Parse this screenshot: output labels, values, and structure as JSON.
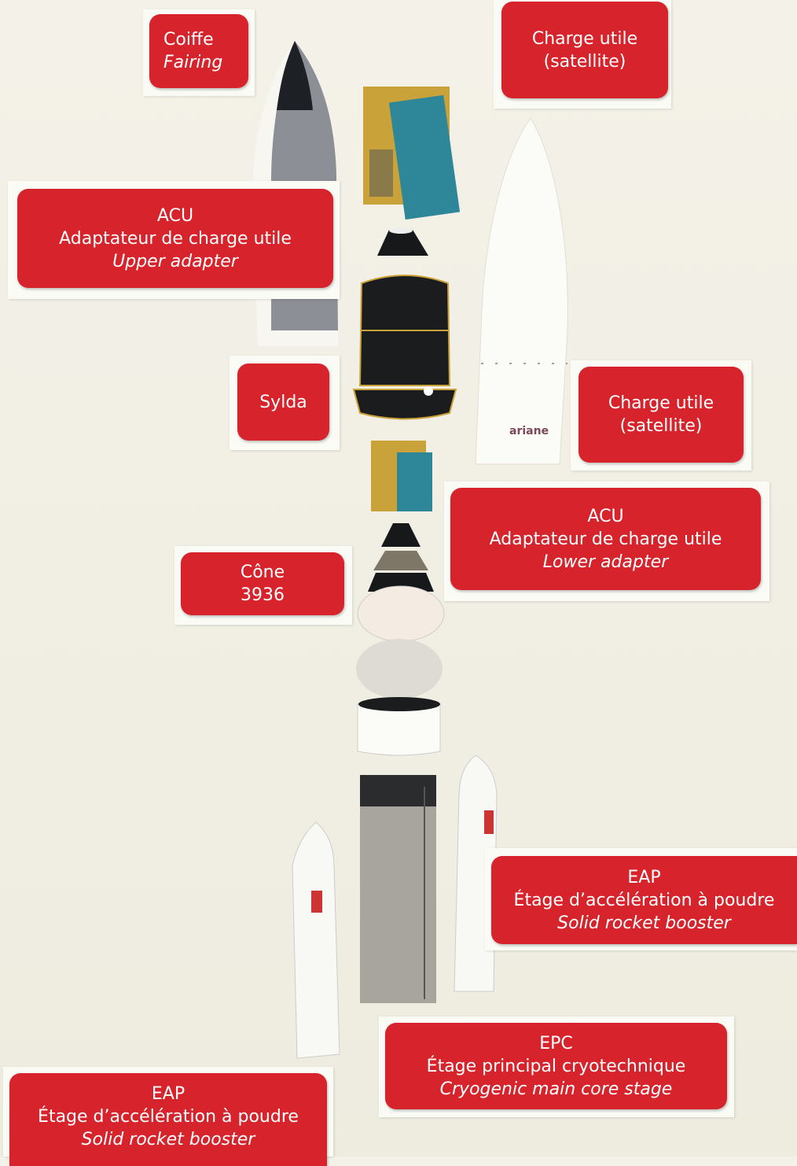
{
  "labels": {
    "fairing": {
      "line1": "Coiffe",
      "line2": "Fairing"
    },
    "payload_top": {
      "line1": "Charge utile",
      "line2": "(satellite)"
    },
    "upper_adapter": {
      "line1": "ACU",
      "line2": "Adaptateur de charge utile",
      "line3": "Upper adapter"
    },
    "sylda": {
      "line1": "Sylda"
    },
    "payload_bottom": {
      "line1": "Charge utile",
      "line2": "(satellite)"
    },
    "lower_adapter": {
      "line1": "ACU",
      "line2": "Adaptateur de charge utile",
      "line3": "Lower adapter"
    },
    "cone": {
      "line1": "Cône",
      "line2": "3936"
    },
    "booster_right": {
      "line1": "EAP",
      "line2": "Étage d’accélération à poudre",
      "line3": "Solid rocket booster"
    },
    "main_stage": {
      "line1": "EPC",
      "line2": "Étage principal cryotechnique",
      "line3": "Cryogenic main core stage"
    },
    "booster_left": {
      "line1": "EAP",
      "line2": "Étage d’accélération à poudre",
      "line3": "Solid rocket booster"
    }
  },
  "fairing_logo": "ariane",
  "colors": {
    "label_red": "#d7232b",
    "background": "#f3f1e6"
  }
}
